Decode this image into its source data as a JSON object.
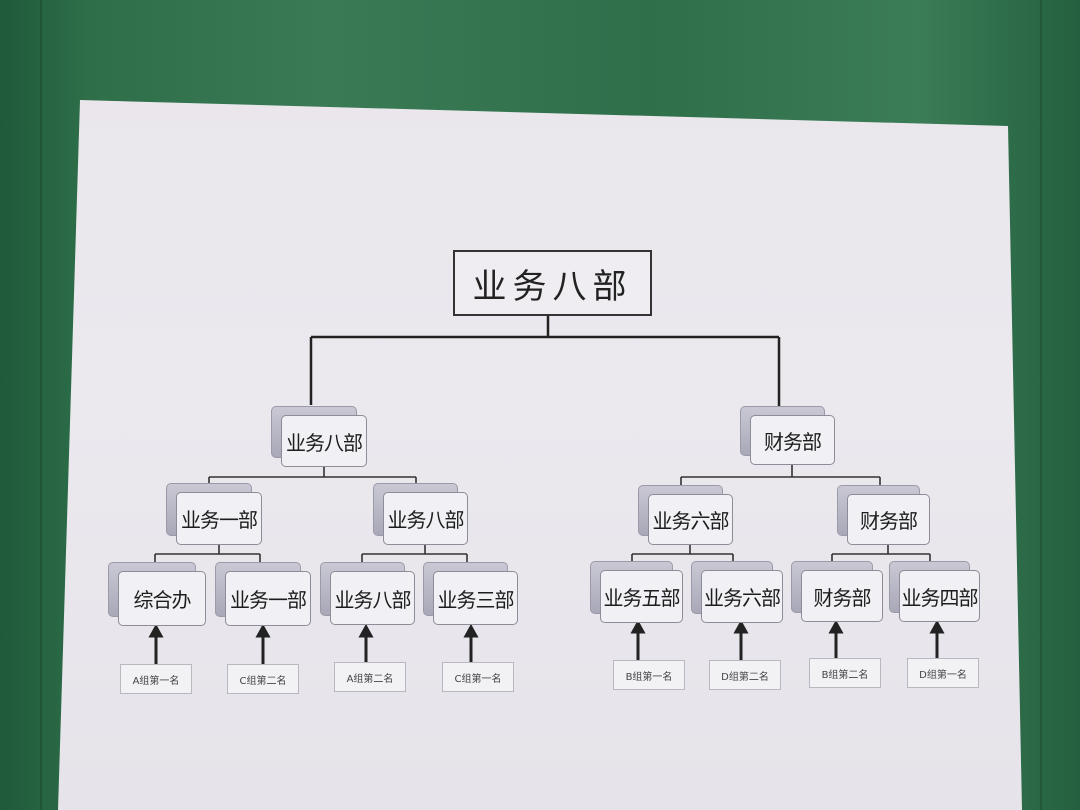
{
  "chart": {
    "root": "业务八部",
    "level1": [
      "业务八部",
      "财务部"
    ],
    "level2": [
      "业务一部",
      "业务八部",
      "业务六部",
      "财务部"
    ],
    "level3": [
      "综合办",
      "业务一部",
      "业务八部",
      "业务三部",
      "业务五部",
      "业务六部",
      "财务部",
      "业务四部"
    ],
    "labels": [
      "A组第一名",
      "C组第二名",
      "A组第二名",
      "C组第一名",
      "B组第一名",
      "D组第二名",
      "B组第二名",
      "D组第一名"
    ]
  },
  "colors": {
    "wall": "#2e6e49",
    "paper": "#ebe8ee",
    "box": "#f1f0f4",
    "line": "#222222"
  }
}
